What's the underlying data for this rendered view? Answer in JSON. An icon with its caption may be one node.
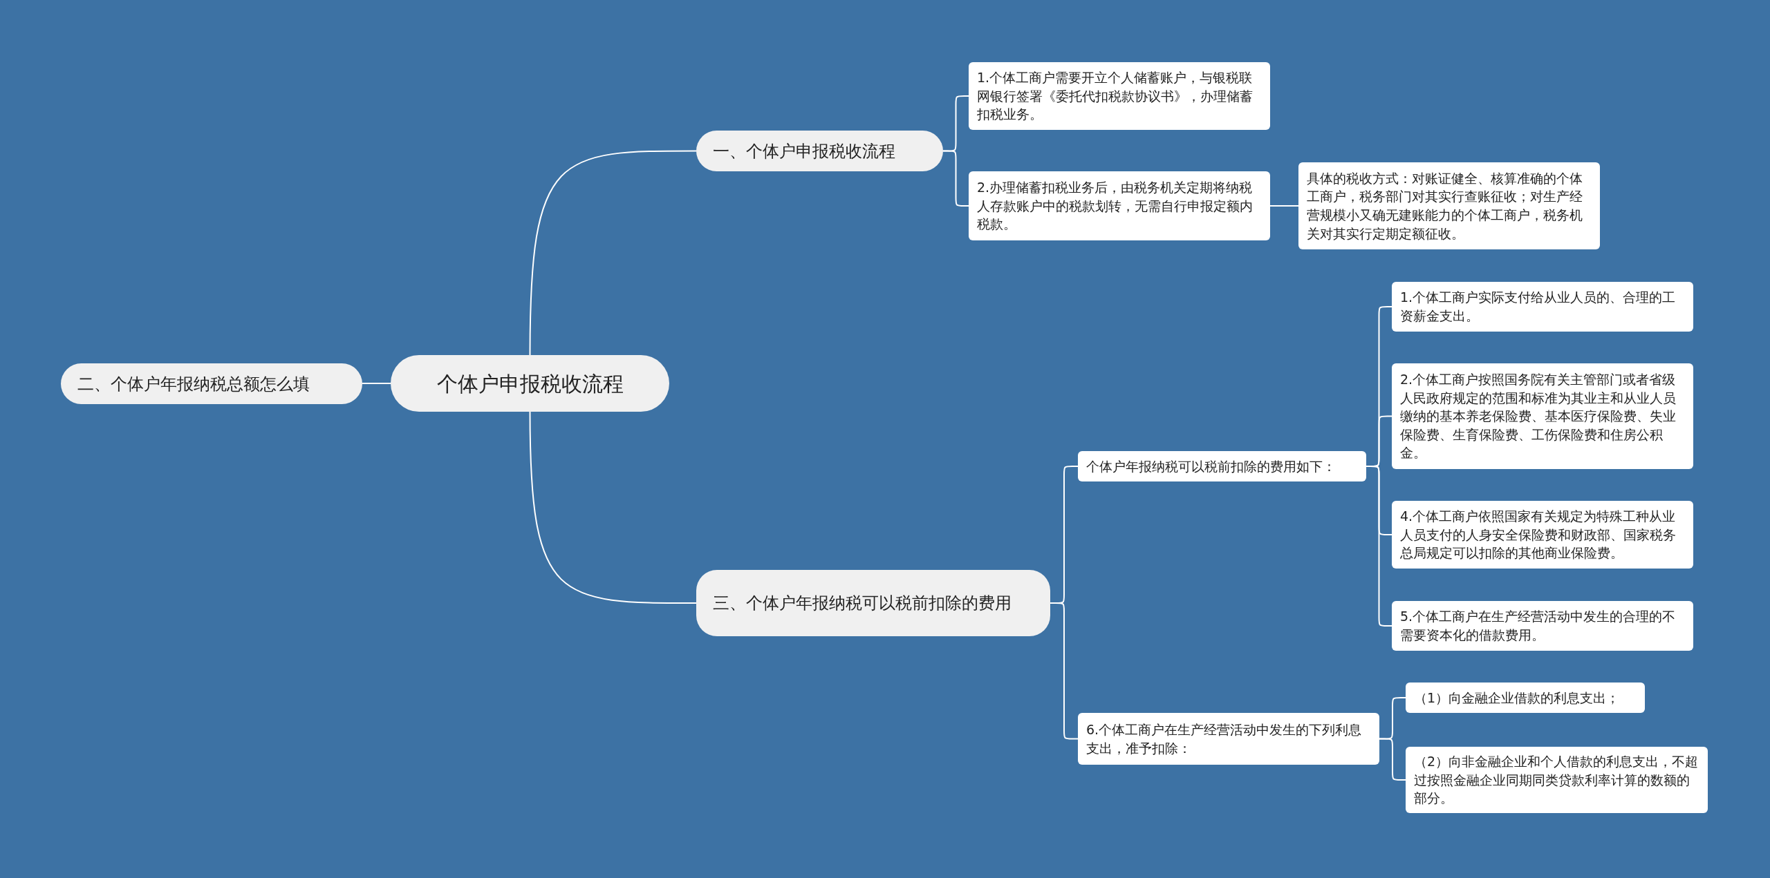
{
  "diagram": {
    "nodes": [
      {
        "text": [
          "个体户申报税收流程"
        ]
      },
      {
        "text": [
          "一、个体户申报税收流程"
        ]
      },
      {
        "text": [
          "1.个体工商户需要开立个人储蓄账户，与银税联网银行签署《委托代扣税款协议书》，办理储蓄扣税业务。"
        ]
      },
      {
        "text": [
          "2.办理储蓄扣税业务后，由税务机关定期将纳税人存款账户中的税款划转，无需自行申报定额内税款。"
        ]
      },
      {
        "text": [
          "具体的税收方式：对账证健全、核算准确的个体工商户，税务部门对其实行查账征收；对生产经营规模小又确无建账能力的个体工商户，税务机关对其实行定期定额征收。"
        ]
      },
      {
        "text": [
          "二、个体户年报纳税总额怎么填"
        ]
      },
      {
        "text": [
          "三、个体户年报纳税可以税前扣除的费用"
        ]
      },
      {
        "text": [
          "个体户年报纳税可以税前扣除的费用如下："
        ]
      },
      {
        "text": [
          "1.个体工商户实际支付给从业人员的、合理的工资薪金支出。"
        ]
      },
      {
        "text": [
          "2.个体工商户按照国务院有关主管部门或者省级人民政府规定的范围和标准为其业主和从业人员缴纳的基本养老保险费、基本医疗保险费、失业保险费、生育保险费、工伤保险费和住房公积金。"
        ]
      },
      {
        "text": [
          "4.个体工商户依照国家有关规定为特殊工种从业人员支付的人身安全保险费和财政部、国家税务总局规定可以扣除的其他商业保险费。"
        ]
      },
      {
        "text": [
          "5.个体工商户在生产经营活动中发生的合理的不需要资本化的借款费用。"
        ]
      },
      {
        "text": [
          "6.个体工商户在生产经营活动中发生的下列利息支出，准予扣除："
        ]
      },
      {
        "text": [
          "（1）向金融企业借款的利息支出；"
        ]
      },
      {
        "text": [
          "（2）向非金融企业和个人借款的利息支出，不超过按照金融企业同期同类贷款利率计算的数额的部分。"
        ]
      }
    ],
    "edges": [
      {
        "from": 0,
        "to": 1,
        "arrow": "none"
      },
      {
        "from": 1,
        "to": 2,
        "arrow": "none"
      },
      {
        "from": 1,
        "to": 3,
        "arrow": "none"
      },
      {
        "from": 3,
        "to": 4,
        "arrow": "none"
      },
      {
        "from": 0,
        "to": 5,
        "arrow": "none"
      },
      {
        "from": 0,
        "to": 6,
        "arrow": "none"
      },
      {
        "from": 6,
        "to": 7,
        "arrow": "none"
      },
      {
        "from": 7,
        "to": 8,
        "arrow": "none"
      },
      {
        "from": 7,
        "to": 9,
        "arrow": "none"
      },
      {
        "from": 7,
        "to": 10,
        "arrow": "none"
      },
      {
        "from": 7,
        "to": 11,
        "arrow": "none"
      },
      {
        "from": 6,
        "to": 12,
        "arrow": "none"
      },
      {
        "from": 12,
        "to": 13,
        "arrow": "none"
      },
      {
        "from": 12,
        "to": 14,
        "arrow": "none"
      }
    ]
  }
}
